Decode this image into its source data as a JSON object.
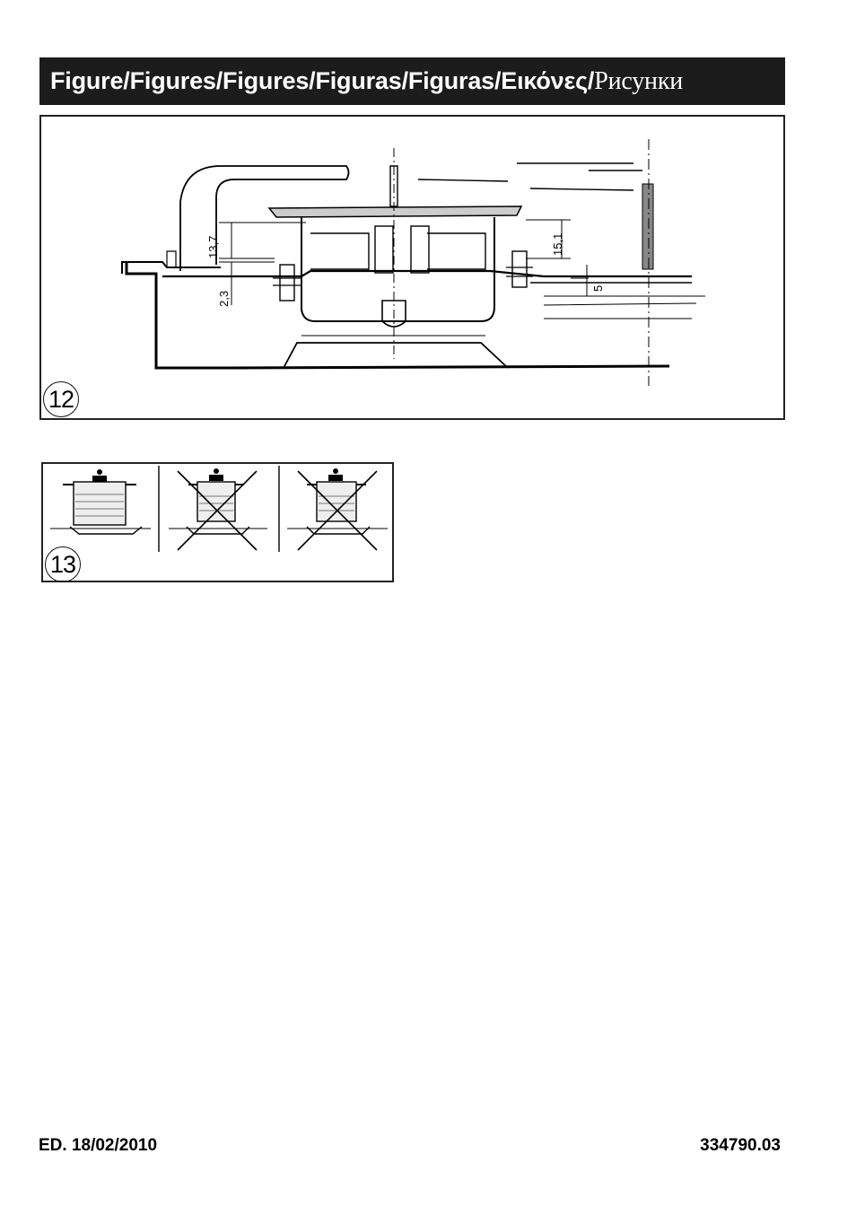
{
  "header": {
    "title_main": "Figure/Figures/Figures/Figuras/Figuras/Εικόνες/",
    "title_ru": "Рисунки"
  },
  "figure12": {
    "number": "12",
    "dimensions": [
      "13,7",
      "2,3",
      "15,1",
      "5"
    ]
  },
  "figure13": {
    "number": "13"
  },
  "footer": {
    "edition": "ED. 18/02/2010",
    "code": "334790.03"
  }
}
